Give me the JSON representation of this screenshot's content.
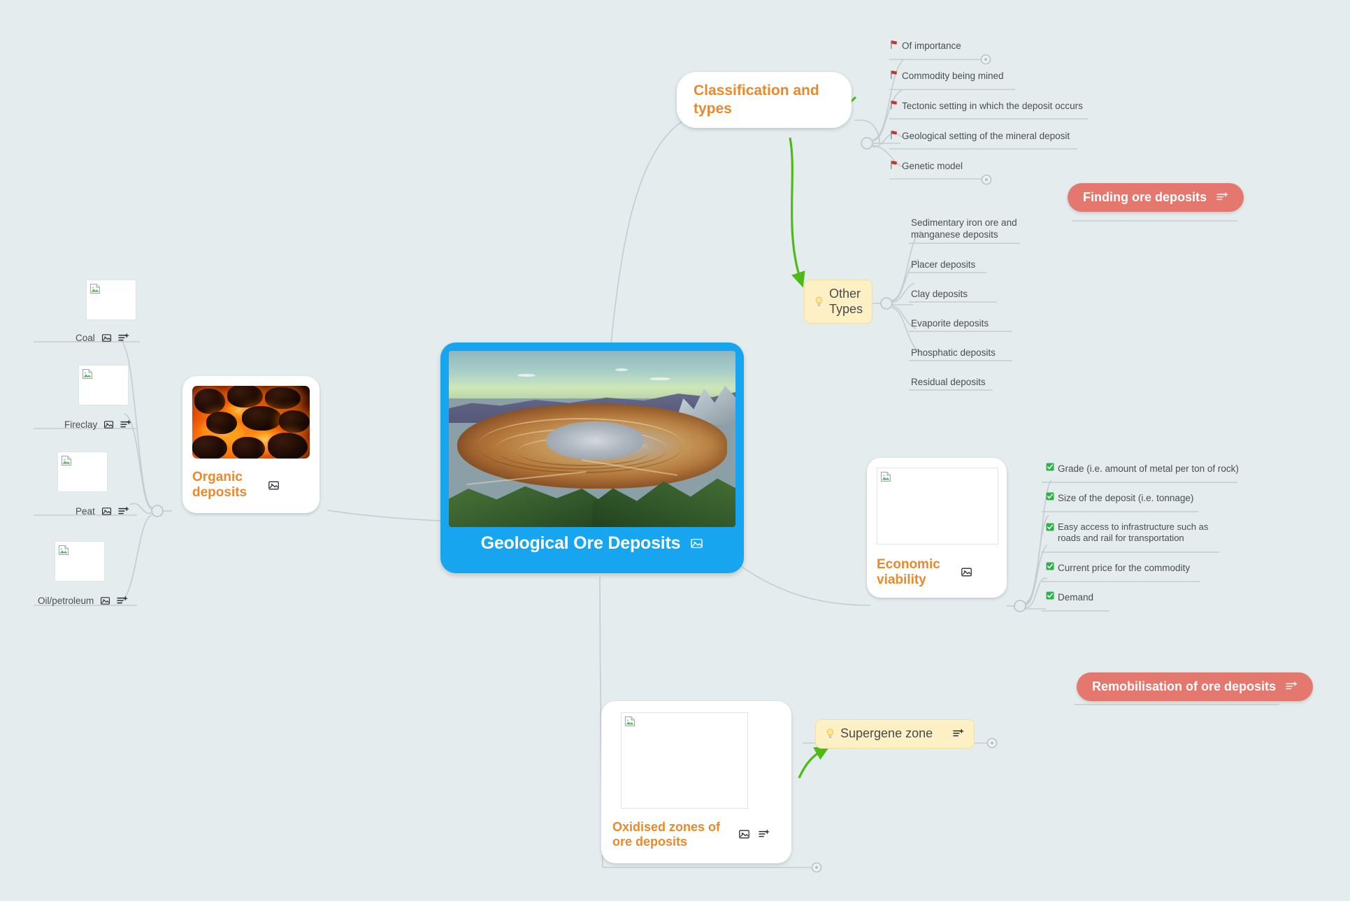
{
  "app": {
    "background_color": "#e4ecee",
    "type": "mind-map"
  },
  "central": {
    "title": "Geological Ore Deposits",
    "image_alt": "aerial photo of open-pit ore mine",
    "image_icon": "image-icon",
    "accent_color": "#18a5f0"
  },
  "classification": {
    "label": "Classification and types",
    "accent_color": "#e8892e",
    "children": [
      {
        "icon": "red-flag-icon",
        "label": "Of importance"
      },
      {
        "icon": "red-flag-icon",
        "label": "Commodity being mined"
      },
      {
        "icon": "red-flag-icon",
        "label": "Tectonic setting in which the deposit occurs"
      },
      {
        "icon": "red-flag-icon",
        "label": "Geological setting of the mineral deposit"
      },
      {
        "icon": "red-flag-icon",
        "label": "Genetic model"
      }
    ]
  },
  "other_types": {
    "icon": "lightbulb-icon",
    "label": "Other Types",
    "children": [
      {
        "label": "Sedimentary iron ore and manganese deposits"
      },
      {
        "label": "Placer deposits"
      },
      {
        "label": "Clay deposits"
      },
      {
        "label": "Evaporite deposits"
      },
      {
        "label": "Phosphatic deposits"
      },
      {
        "label": "Residual deposits"
      }
    ]
  },
  "finding_ore_deposits": {
    "label": "Finding ore deposits",
    "note_icon": "note-add-icon",
    "color": "#e4786e"
  },
  "remobilisation": {
    "label": "Remobilisation of ore deposits",
    "note_icon": "note-add-icon",
    "color": "#e4786e"
  },
  "economic_viability": {
    "label": "Economic viability",
    "image_icon": "image-icon",
    "image_placeholder": "broken-image-icon",
    "children": [
      {
        "icon": "green-check-icon",
        "label": "Grade (i.e. amount of metal per ton of rock)"
      },
      {
        "icon": "green-check-icon",
        "label": "Size of the deposit (i.e. tonnage)"
      },
      {
        "icon": "green-check-icon",
        "label": "Easy access to infrastructure such as roads and rail for transportation"
      },
      {
        "icon": "green-check-icon",
        "label": "Current price for the commodity"
      },
      {
        "icon": "green-check-icon",
        "label": "Demand"
      }
    ]
  },
  "organic_deposits": {
    "label": "Organic deposits",
    "image_icon": "image-icon",
    "image_alt": "burning coal embers",
    "children": [
      {
        "label": "Coal",
        "image_icon": "image-icon",
        "note_icon": "note-add-icon",
        "image_placeholder": "broken-image-icon"
      },
      {
        "label": "Fireclay",
        "image_icon": "image-icon",
        "note_icon": "note-add-icon",
        "image_placeholder": "broken-image-icon"
      },
      {
        "label": "Peat",
        "image_icon": "image-icon",
        "note_icon": "note-add-icon",
        "image_placeholder": "broken-image-icon"
      },
      {
        "label": "Oil/petroleum",
        "image_icon": "image-icon",
        "note_icon": "note-add-icon",
        "image_placeholder": "broken-image-icon"
      }
    ]
  },
  "oxidised_zones": {
    "label": "Oxidised zones of ore deposits",
    "image_icon": "image-icon",
    "note_icon": "note-add-icon",
    "image_placeholder": "broken-image-icon"
  },
  "supergene_zone": {
    "icon": "lightbulb-icon",
    "label": "Supergene zone",
    "note_icon": "note-add-icon"
  }
}
